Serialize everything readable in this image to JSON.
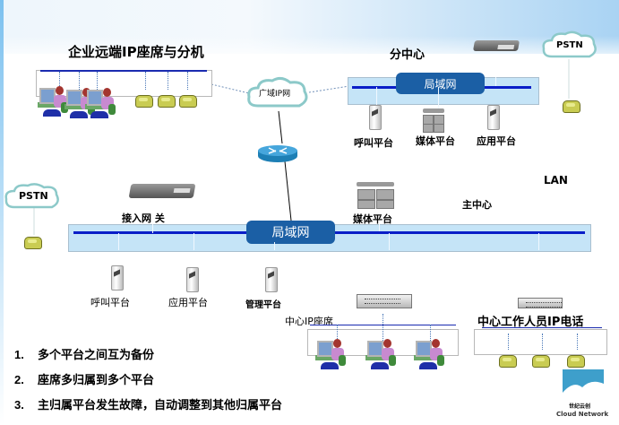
{
  "title": "企业远端IP座席与分机",
  "branch": {
    "title": "分中心",
    "lan_label": "局域网",
    "platforms": [
      "呼叫平台",
      "媒体平台",
      "应用平台"
    ]
  },
  "wan_cloud": "广域IP网",
  "pstn_labels": [
    "PSTN",
    "PSTN"
  ],
  "main": {
    "title": "主中心",
    "lan_tag": "LAN",
    "lan_label": "局域网",
    "gateway_label": "接入网 关",
    "media_label": "媒体平台",
    "platforms": [
      "呼叫平台",
      "应用平台",
      "管理平台"
    ]
  },
  "center_seats_label": "中心IP座席",
  "center_staff_label": "中心工作人员IP电话",
  "notes": [
    {
      "num": "1.",
      "text": "多个平台之间互为备份"
    },
    {
      "num": "2.",
      "text": "座席多归属到多个平台"
    },
    {
      "num": "3.",
      "text": "主归属平台发生故障，自动调整到其他归属平台"
    }
  ],
  "logo": {
    "cn": "世纪云创",
    "en": "Cloud Network"
  },
  "colors": {
    "lan_pill": "#1b5fa5",
    "lan_line": "#0a1ec8",
    "lan_box": "#c5e4f7"
  }
}
